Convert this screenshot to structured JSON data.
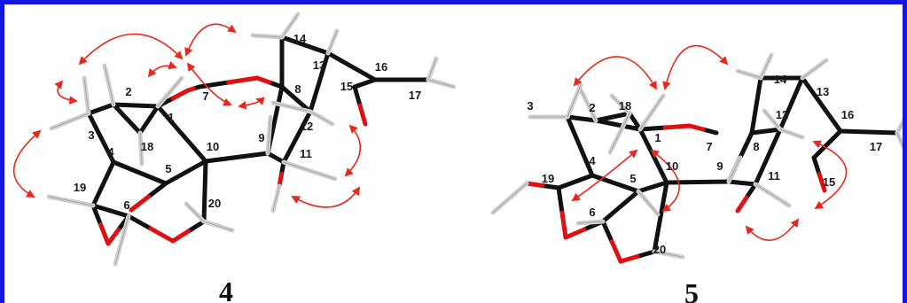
{
  "figure": {
    "border_color": "#1515e0",
    "bond_color": "#111111",
    "oxygen_color": "#dd1111",
    "hydrogen_color": "#d0d0d0",
    "noe_arrow_color": "#e8281c"
  },
  "molecules": [
    {
      "compound_label": "4",
      "atom_labels": [
        "1",
        "2",
        "3",
        "4",
        "5",
        "6",
        "7",
        "8",
        "9",
        "10",
        "11",
        "12",
        "13",
        "14",
        "15",
        "16",
        "17",
        "18",
        "19",
        "20"
      ]
    },
    {
      "compound_label": "5",
      "atom_labels": [
        "1",
        "2",
        "3",
        "4",
        "5",
        "6",
        "7",
        "8",
        "9",
        "10",
        "11",
        "12",
        "13",
        "14",
        "15",
        "16",
        "17",
        "18",
        "19",
        "20"
      ]
    }
  ]
}
